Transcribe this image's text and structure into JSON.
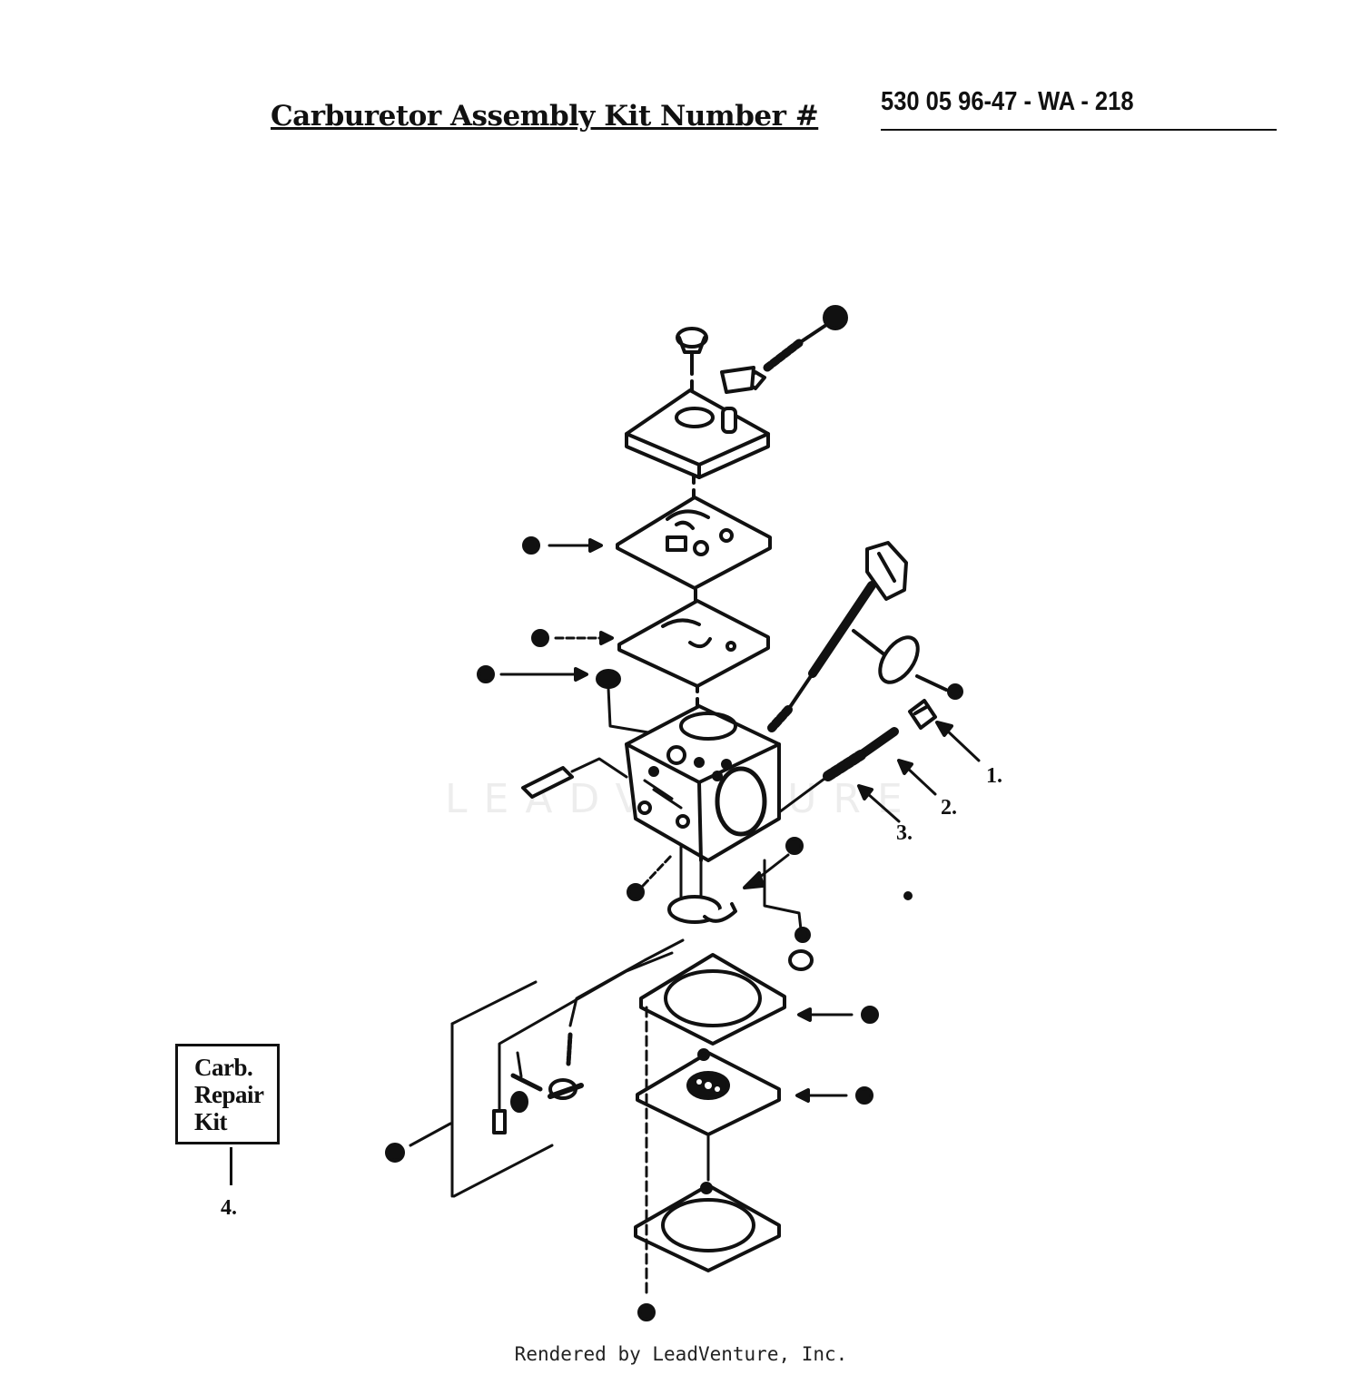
{
  "header": {
    "title": "Carburetor Assembly Kit Number #",
    "kit_number": "530 05 96-47 - WA - 218"
  },
  "callouts": {
    "c1": "1.",
    "c2": "2.",
    "c3": "3.",
    "c4": "4."
  },
  "repair_kit": {
    "line1": "Carb.",
    "line2": "Repair",
    "line3": "Kit"
  },
  "watermark": "LEADVENTURE",
  "footer": "Rendered by LeadVenture, Inc.",
  "colors": {
    "ink": "#111111",
    "paper": "#ffffff"
  }
}
